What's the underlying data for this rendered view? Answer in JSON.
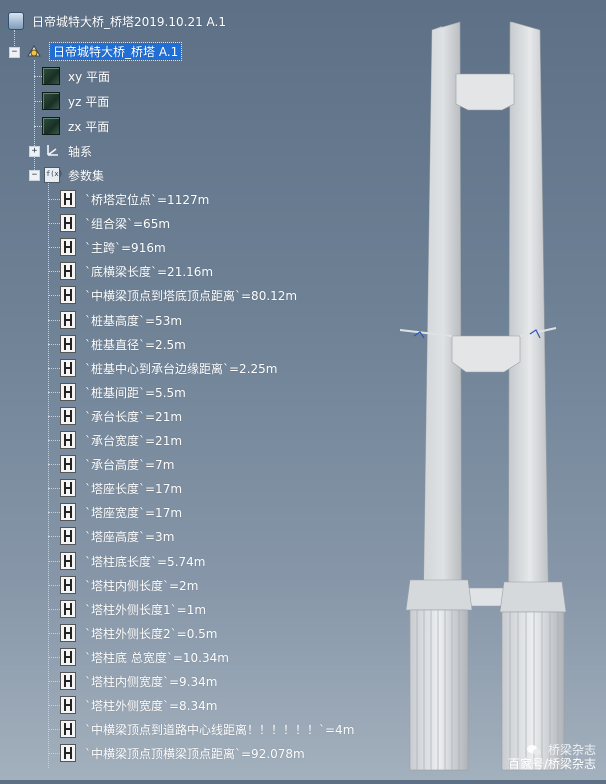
{
  "tree": {
    "root_label": "日帝城特大桥_桥塔2019.10.21 A.1",
    "part_label": "日帝城特大桥_桥塔 A.1",
    "planes": [
      "xy 平面",
      "yz 平面",
      "zx 平面"
    ],
    "axis_label": "轴系",
    "params_label": "参数集",
    "params": [
      "`桥塔定位点`=1127m",
      "`组合梁`=65m",
      "`主跨`=916m",
      "`底横梁长度`=21.16m",
      "`中横梁顶点到塔底顶点距离`=80.12m",
      "`桩基高度`=53m",
      "`桩基直径`=2.5m",
      "`桩基中心到承台边缘距离`=2.25m",
      "`桩基间距`=5.5m",
      "`承台长度`=21m",
      "`承台宽度`=21m",
      "`承台高度`=7m",
      "`塔座长度`=17m",
      "`塔座宽度`=17m",
      "`塔座高度`=3m",
      "`塔柱底长度`=5.74m",
      "`塔柱内侧长度`=2m",
      "`塔柱外侧长度1`=1m",
      "`塔柱外侧长度2`=0.5m",
      "`塔柱底 总宽度`=10.34m",
      "`塔柱内侧宽度`=9.34m",
      "`塔柱外侧宽度`=8.34m",
      "`中横梁顶点到道路中心线距离！！！！！！`=4m",
      "`中横梁顶点顶横梁顶点距离`=92.078m"
    ]
  },
  "watermark": {
    "line1": "桥梁杂志",
    "line2": "百家号/桥梁杂志"
  },
  "colors": {
    "background_top": "#5d7086",
    "selection": "#1f6fd6",
    "tower": "#d9dcdf"
  }
}
